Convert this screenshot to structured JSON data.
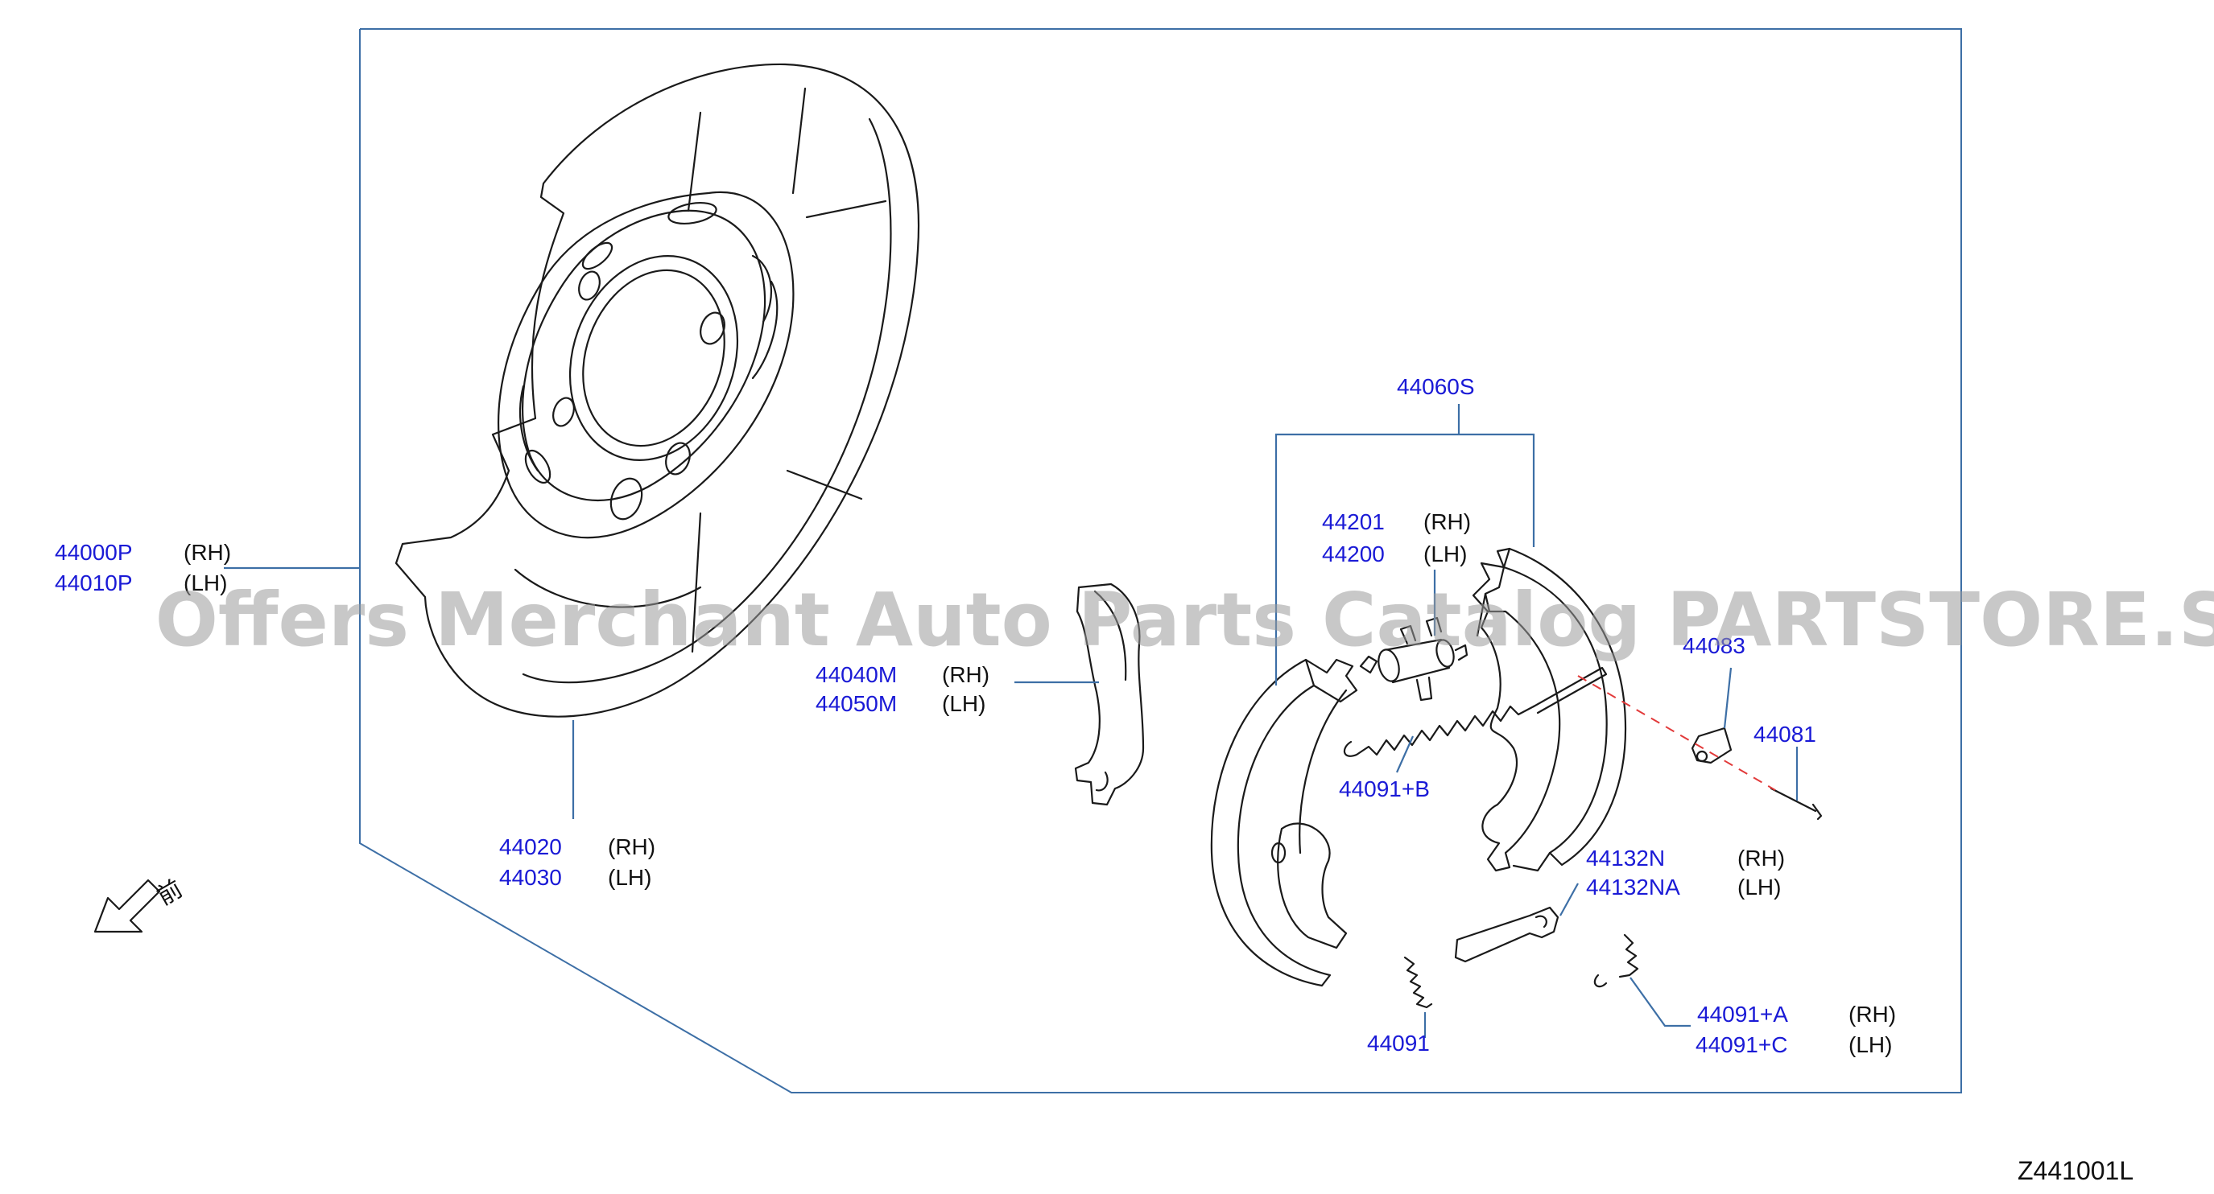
{
  "callouts": [
    {
      "id": "c1",
      "part": "44000P",
      "side": "(RH)"
    },
    {
      "id": "c2",
      "part": "44010P",
      "side": "(LH)"
    },
    {
      "id": "c3",
      "part": "44020",
      "side": "(RH)"
    },
    {
      "id": "c4",
      "part": "44030",
      "side": "(LH)"
    },
    {
      "id": "c5",
      "part": "44040M",
      "side": "(RH)"
    },
    {
      "id": "c6",
      "part": "44050M",
      "side": "(LH)"
    },
    {
      "id": "c7",
      "part": "44060S",
      "side": ""
    },
    {
      "id": "c8",
      "part": "44201",
      "side": "(RH)"
    },
    {
      "id": "c9",
      "part": "44200",
      "side": "(LH)"
    },
    {
      "id": "c10",
      "part": "44083",
      "side": ""
    },
    {
      "id": "c11",
      "part": "44081",
      "side": ""
    },
    {
      "id": "c12",
      "part": "44091+B",
      "side": ""
    },
    {
      "id": "c13",
      "part": "44132N",
      "side": "(RH)"
    },
    {
      "id": "c14",
      "part": "44132NA",
      "side": "(LH)"
    },
    {
      "id": "c15",
      "part": "44091",
      "side": ""
    },
    {
      "id": "c16",
      "part": "44091+A",
      "side": "(RH)"
    },
    {
      "id": "c17",
      "part": "44091+C",
      "side": "(LH)"
    }
  ],
  "front_label": "前",
  "diagram_code": "Z441001L",
  "watermark": "Offers Merchant Auto Parts Catalog PARTSTORE.SA",
  "colors": {
    "part_number": "#1a1ad6",
    "frame_line": "#3d6fa6",
    "centerline": "#e23a3a",
    "watermark": "#9a9a9a"
  }
}
